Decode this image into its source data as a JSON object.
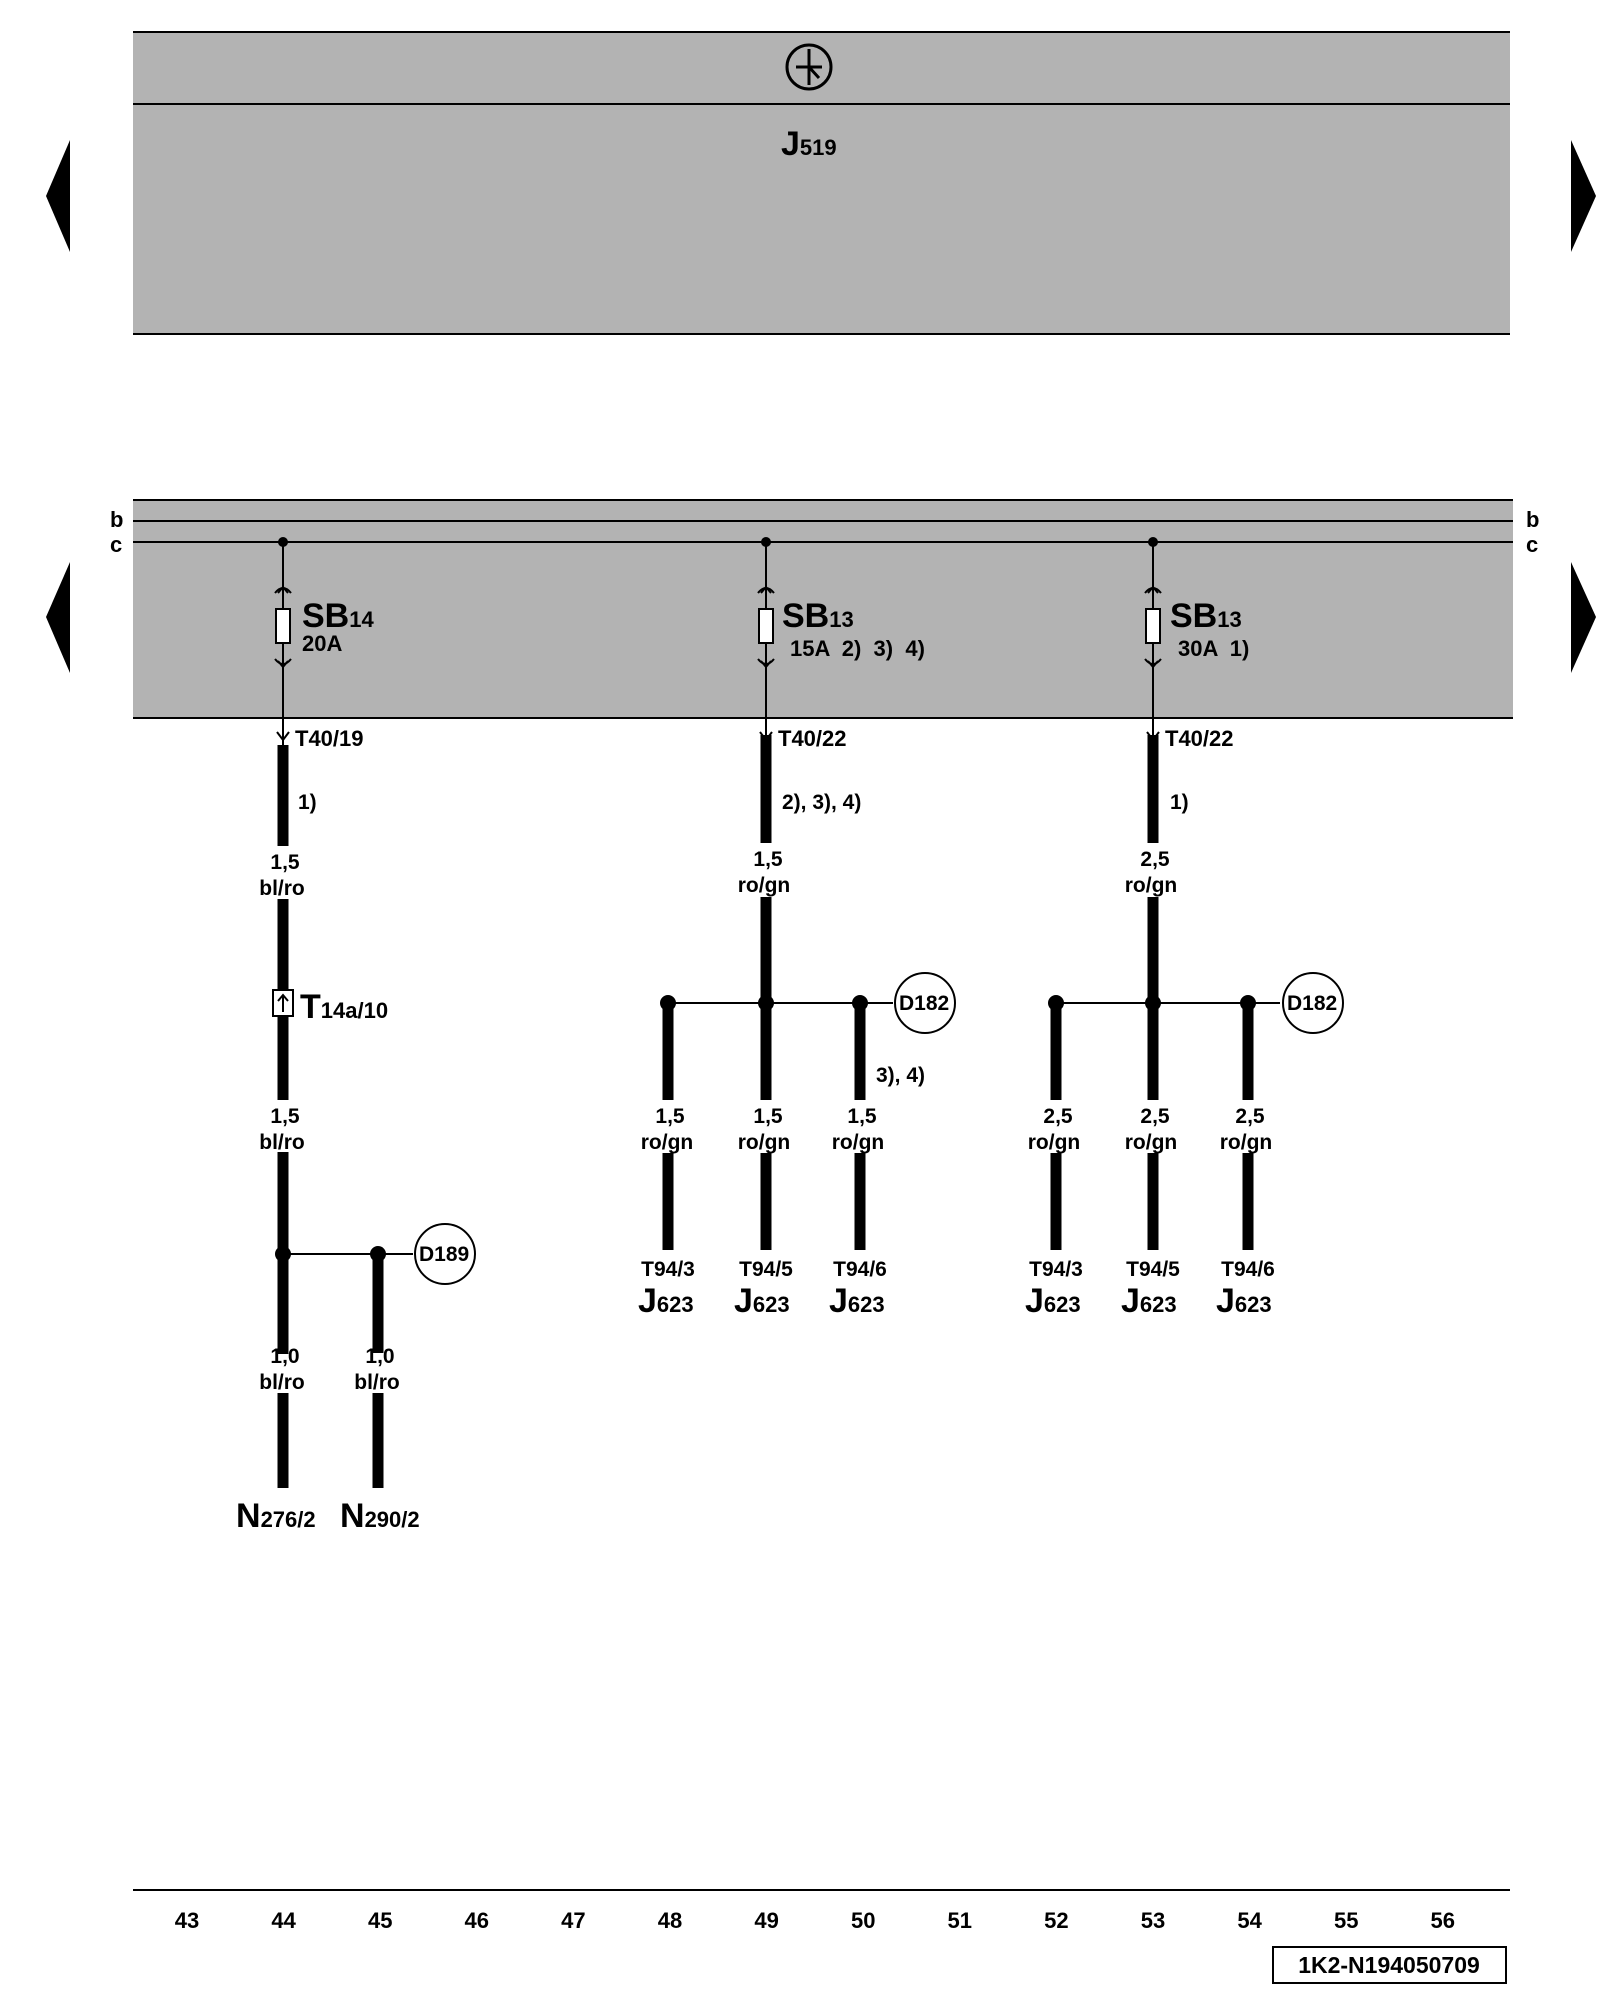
{
  "control_unit": {
    "main": "J",
    "sub": "519"
  },
  "bus_lines": {
    "left_b": "b",
    "left_c": "c",
    "right_b": "b",
    "right_c": "c"
  },
  "fuses": [
    {
      "main": "SB",
      "sub": "14",
      "rating": "20A",
      "terminal": "T40/19"
    },
    {
      "main": "SB",
      "sub": "13",
      "rating": "15A  2)  3)  4)",
      "terminal": "T40/22"
    },
    {
      "main": "SB",
      "sub": "13",
      "rating": "30A  1)",
      "terminal": "T40/22"
    }
  ],
  "wire_notes": {
    "col44": "1)",
    "col49": "2), 3), 4)",
    "col53": "1)",
    "col50": "3), 4)"
  },
  "wire_labels": {
    "w44a": {
      "size": "1,5",
      "color": "bl/ro"
    },
    "w44b": {
      "size": "1,5",
      "color": "bl/ro"
    },
    "w44c": {
      "size": "1,0",
      "color": "bl/ro"
    },
    "w45c": {
      "size": "1,0",
      "color": "bl/ro"
    },
    "w49a": {
      "size": "1,5",
      "color": "ro/gn"
    },
    "w48b": {
      "size": "1,5",
      "color": "ro/gn"
    },
    "w49b": {
      "size": "1,5",
      "color": "ro/gn"
    },
    "w50b": {
      "size": "1,5",
      "color": "ro/gn"
    },
    "w53a": {
      "size": "2,5",
      "color": "ro/gn"
    },
    "w52b": {
      "size": "2,5",
      "color": "ro/gn"
    },
    "w53b": {
      "size": "2,5",
      "color": "ro/gn"
    },
    "w54b": {
      "size": "2,5",
      "color": "ro/gn"
    }
  },
  "connector_t14a": {
    "main": "T",
    "sub": "14a/10"
  },
  "splices": {
    "d189": "D189",
    "d182a": "D182",
    "d182b": "D182"
  },
  "pins": {
    "p48": "T94/3",
    "p49": "T94/5",
    "p50": "T94/6",
    "p52": "T94/3",
    "p53": "T94/5",
    "p54": "T94/6"
  },
  "components": {
    "c48": {
      "main": "J",
      "sub": "623"
    },
    "c49": {
      "main": "J",
      "sub": "623"
    },
    "c50": {
      "main": "J",
      "sub": "623"
    },
    "c52": {
      "main": "J",
      "sub": "623"
    },
    "c53": {
      "main": "J",
      "sub": "623"
    },
    "c54": {
      "main": "J",
      "sub": "623"
    },
    "n276": {
      "main": "N",
      "sub": "276/2"
    },
    "n290": {
      "main": "N",
      "sub": "290/2"
    }
  },
  "columns": [
    "43",
    "44",
    "45",
    "46",
    "47",
    "48",
    "49",
    "50",
    "51",
    "52",
    "53",
    "54",
    "55",
    "56"
  ],
  "doc_number": "1K2-N194050709",
  "colors": {
    "panel_gray": "#b3b3b3",
    "line": "#000000"
  }
}
